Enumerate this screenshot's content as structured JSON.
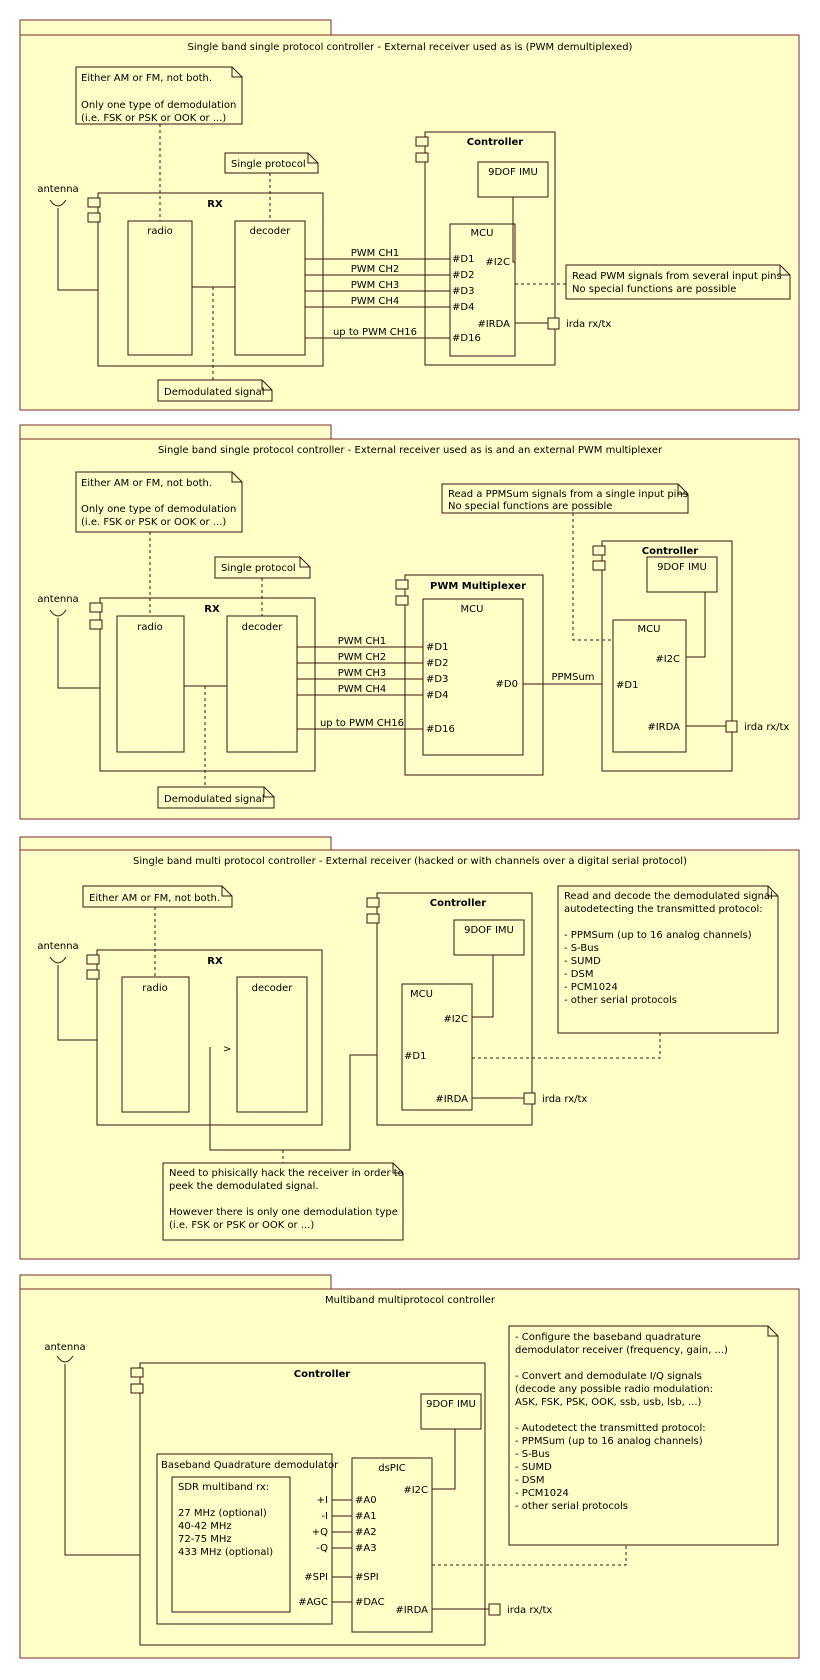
{
  "sections": [
    {
      "title": "Single band single protocol controller - External receiver used as is (PWM demultiplexed)",
      "antenna": "antenna",
      "rx": "RX",
      "radio": "radio",
      "decoder": "decoder",
      "controller": "Controller",
      "imu": "9DOF IMU",
      "mcu": "MCU",
      "i2c": "#I2C",
      "irda": "#IRDA",
      "irda_port": "irda rx/tx",
      "pins": [
        "#D1",
        "#D2",
        "#D3",
        "#D4",
        "#D16"
      ],
      "channels": [
        "PWM CH1",
        "PWM CH2",
        "PWM CH3",
        "PWM CH4",
        "up to PWM CH16"
      ],
      "note_modulation": [
        "Either AM or FM, not both.",
        "",
        "Only one type of demodulation",
        "(i.e. FSK or PSK or OOK or ...)"
      ],
      "note_protocol": "Single protocol",
      "note_demod": "Demodulated signal",
      "note_pwm": [
        "Read PWM signals from several input pins",
        "No special functions are possible"
      ]
    },
    {
      "title": "Single band single protocol controller - External receiver used as is and an external PWM multiplexer",
      "antenna": "antenna",
      "rx": "RX",
      "radio": "radio",
      "decoder": "decoder",
      "mux": "PWM Multiplexer",
      "mux_mcu": "MCU",
      "mux_pins": [
        "#D1",
        "#D2",
        "#D3",
        "#D4",
        "#D16"
      ],
      "mux_out": "#D0",
      "ppm": "PPMSum",
      "channels": [
        "PWM CH1",
        "PWM CH2",
        "PWM CH3",
        "PWM CH4",
        "up to PWM CH16"
      ],
      "controller": "Controller",
      "imu": "9DOF IMU",
      "mcu": "MCU",
      "i2c": "#I2C",
      "d1": "#D1",
      "irda": "#IRDA",
      "irda_port": "irda rx/tx",
      "note_modulation": [
        "Either AM or FM, not both.",
        "",
        "Only one type of demodulation",
        "(i.e. FSK or PSK or OOK or ...)"
      ],
      "note_protocol": "Single protocol",
      "note_demod": "Demodulated signal",
      "note_ppm": [
        "Read a PPMSum signals from a single input pins",
        "No special functions are possible"
      ]
    },
    {
      "title": "Single band multi protocol controller - External receiver (hacked or with channels over a digital serial protocol)",
      "antenna": "antenna",
      "rx": "RX",
      "radio": "radio",
      "decoder": "decoder",
      "arrow": ">",
      "controller": "Controller",
      "imu": "9DOF IMU",
      "mcu": "MCU",
      "i2c": "#I2C",
      "d1": "#D1",
      "irda": "#IRDA",
      "irda_port": "irda rx/tx",
      "note_am": "Either AM or FM, not both.",
      "note_decode": [
        "Read and decode the demodulated signal",
        "autodetecting the transmitted protocol:",
        "",
        "- PPMSum (up to 16 analog channels)",
        "- S-Bus",
        "- SUMD",
        "- DSM",
        "- PCM1024",
        "- other serial protocols"
      ],
      "note_hack": [
        "Need to phisically hack the receiver in order to",
        "peek the demodulated signal.",
        "",
        "However there is only one demodulation type",
        "(i.e. FSK or PSK or OOK or ...)"
      ]
    },
    {
      "title": "Multiband multiprotocol controller",
      "antenna": "antenna",
      "controller": "Controller",
      "imu": "9DOF IMU",
      "dspic": "dsPIC",
      "i2c": "#I2C",
      "irda": "#IRDA",
      "irda_port": "irda rx/tx",
      "demod": "Baseband Quadrature demodulator",
      "sdr": [
        "SDR multiband rx:",
        "",
        "27 MHz (optional)",
        "40-42 MHz",
        "72-75 MHz",
        "433 MHz (optional)"
      ],
      "demod_pins": [
        "+I",
        "-I",
        "+Q",
        "-Q",
        "#SPI",
        "#AGC"
      ],
      "dspic_pins": [
        "#A0",
        "#A1",
        "#A2",
        "#A3",
        "#SPI",
        "#DAC"
      ],
      "note_sdr": [
        "- Configure the baseband quadrature",
        "  demodulator receiver (frequency, gain, ...)",
        "",
        "- Convert and demodulate I/Q signals",
        "  (decode any possible radio modulation:",
        "   ASK, FSK, PSK, OOK, ssb, usb, lsb, ...)",
        "",
        "- Autodetect the transmitted protocol:",
        "  - PPMSum (up to 16 analog channels)",
        "  - S-Bus",
        "  - SUMD",
        "  - DSM",
        "  - PCM1024",
        "  - other serial protocols"
      ]
    }
  ]
}
